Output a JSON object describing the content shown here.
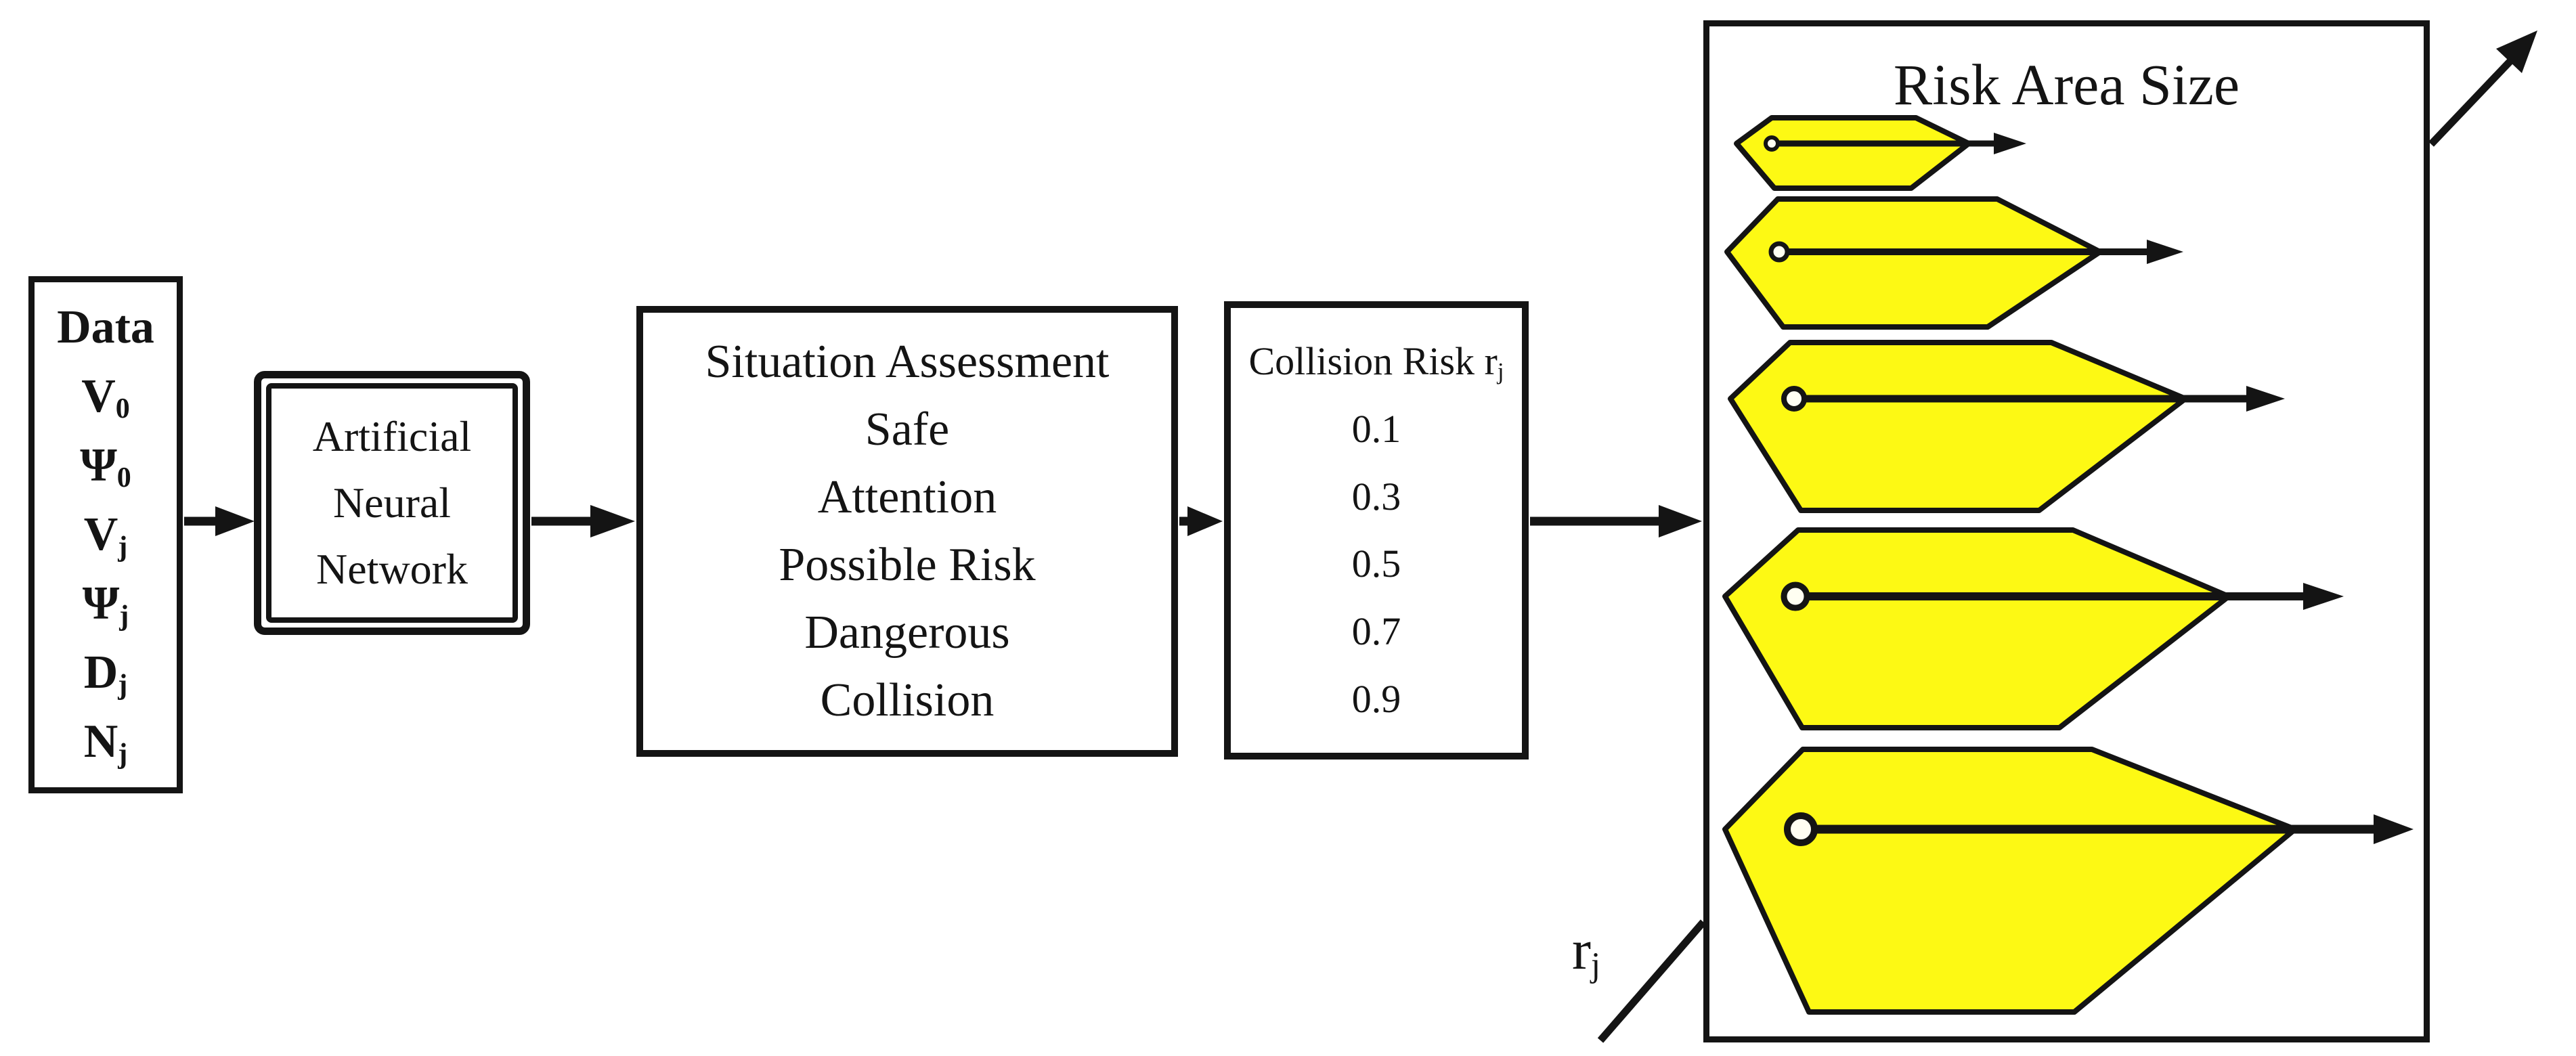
{
  "figure": {
    "data_box": {
      "lines": [
        {
          "base": "Data",
          "sub": ""
        },
        {
          "base": "V",
          "sub": "0"
        },
        {
          "base": "Ψ",
          "sub": "0"
        },
        {
          "base": "V",
          "sub": "j"
        },
        {
          "base": "Ψ",
          "sub": "j"
        },
        {
          "base": "D",
          "sub": "j"
        },
        {
          "base": "N",
          "sub": "j"
        }
      ]
    },
    "ann_box": {
      "lines": [
        "Artificial",
        "Neural",
        "Network"
      ]
    },
    "assessment_box": {
      "title": "Situation Assessment",
      "levels": [
        "Safe",
        "Attention",
        "Possible Risk",
        "Dangerous",
        "Collision"
      ]
    },
    "risk_box": {
      "title_base": "Collision Risk r",
      "title_sub": "j",
      "values": [
        "0.1",
        "0.3",
        "0.5",
        "0.7",
        "0.9"
      ]
    },
    "risk_area_panel": {
      "title": "Risk Area Size",
      "hexagon_count": 5
    },
    "axis_label": {
      "base": "r",
      "sub": "j"
    },
    "colors": {
      "hexagon_fill": "#FDF914",
      "outline": "#141414",
      "background": "#FFFFFF"
    }
  }
}
